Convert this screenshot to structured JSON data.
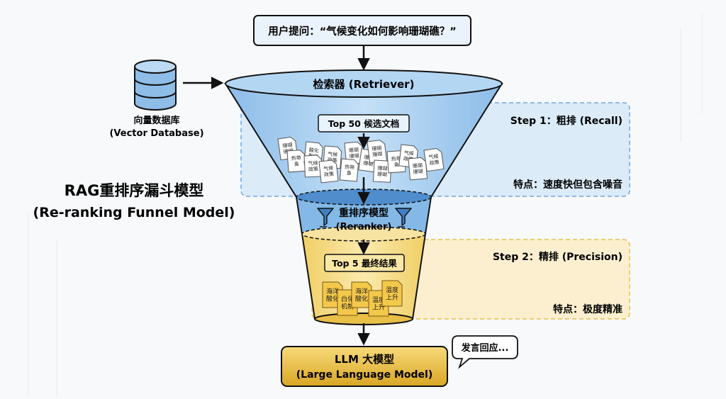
{
  "diagram": {
    "question": "用户提问：“气候变化如何影响珊瑚礁？”",
    "vector_db": {
      "line1": "向量数据库",
      "line2": "(Vector Database)"
    },
    "title": {
      "line1": "RAG重排序漏斗模型",
      "line2": "(Re-ranking Funnel Model)"
    },
    "retriever": "检索器 (Retriever)",
    "top50": "Top 50 候选文档",
    "step1": {
      "label": "Step 1：粗排 (Recall)",
      "feature": "特点：速度快但包含噪音"
    },
    "reranker": {
      "line1": "重排序模型",
      "line2": "(Reranker)"
    },
    "top5": "Top 5 最终结果",
    "step2": {
      "label": "Step 2：精排 (Precision)",
      "feature": "特点：极度精准"
    },
    "llm": {
      "line1": "LLM 大模型",
      "line2": "(Large Language Model)"
    },
    "speech": "发言回应...",
    "docs_top50": [
      "珊瑚 珊瑚",
      "热带 鱼",
      "酸化 影响",
      "气候 政策",
      "气候 政策",
      "气候 政策",
      "珊瑚 珊瑚",
      "热带 鱼",
      "珊瑚 珊瑚",
      "珊瑚 珊瑚",
      "珊瑚 珊瑚",
      "热带 鱼",
      "气候 政策",
      "珊瑚 珊瑚",
      "气候 政策"
    ],
    "docs_top5": [
      "海洋 酸化",
      "白化 机制",
      "海洋 酸化",
      "温度 上升",
      "温度 上升"
    ],
    "colors": {
      "funnel_blue": "#a9cdee",
      "funnel_blue_dark": "#6ea8dc",
      "funnel_yellow": "#f6dc8a",
      "funnel_yellow_dark": "#e8bf47",
      "step1_box": "#dcebf8",
      "step2_box": "#fcefcf",
      "llm_fill": "#f3c64f"
    },
    "icons": [
      "database-icon",
      "filter-icon",
      "document-icon",
      "speech-bubble-icon",
      "arrow-down-icon"
    ]
  }
}
